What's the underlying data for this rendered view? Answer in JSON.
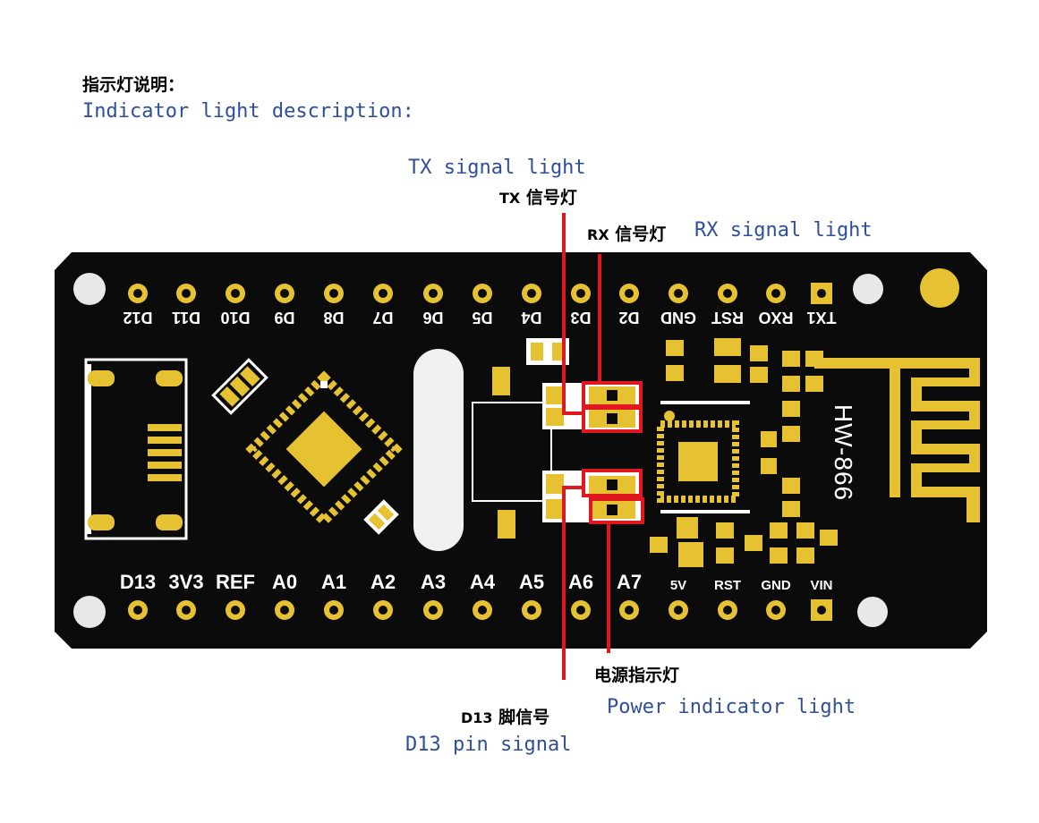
{
  "heading": {
    "cn": "指示灯说明：",
    "en": "Indicator light description:"
  },
  "labels": {
    "tx_en": "TX signal light",
    "tx_cn_prefix": "TX",
    "tx_cn": "信号灯",
    "rx_cn_prefix": "RX",
    "rx_cn": "信号灯",
    "rx_en": "RX signal light",
    "power_cn": "电源指示灯",
    "power_en": "Power indicator light",
    "d13_cn_prefix": "D13",
    "d13_cn": "脚信号",
    "d13_en": "D13 pin signal"
  },
  "board": {
    "model": "HW-866",
    "top_pins": [
      "D12",
      "D11",
      "D10",
      "D9",
      "D8",
      "D7",
      "D6",
      "D5",
      "D4",
      "D3",
      "D2",
      "GND",
      "RST",
      "RXO",
      "TX1"
    ],
    "bottom_pins": [
      "D13",
      "3V3",
      "REF",
      "A0",
      "A1",
      "A2",
      "A3",
      "A4",
      "A5",
      "A6",
      "A7",
      "5V",
      "RST",
      "GND",
      "VIN"
    ],
    "colors": {
      "pcb": "#0b0b0b",
      "gold": "#e6c233",
      "callout_red": "#e0171f",
      "text_blue": "#2f4f9a"
    }
  }
}
